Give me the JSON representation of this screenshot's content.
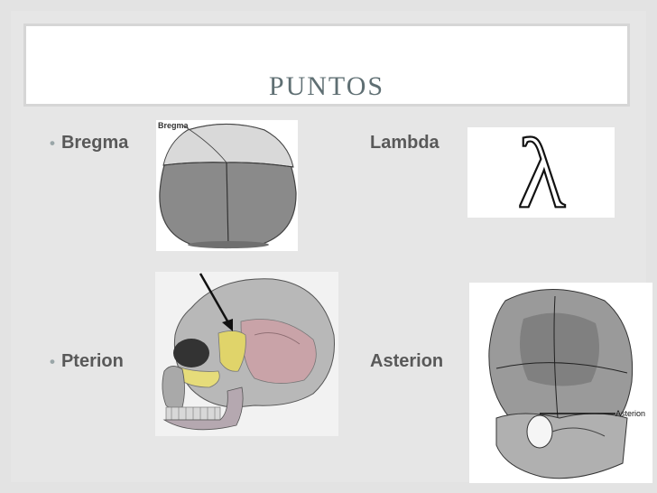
{
  "slide": {
    "title": "PUNTOS",
    "items": [
      {
        "label": "Bregma",
        "bullet": "•",
        "image_caption": "Bregma"
      },
      {
        "label": "Lambda",
        "bullet": "",
        "image_symbol": "λ"
      },
      {
        "label": "Pterion",
        "bullet": "•"
      },
      {
        "label": "Asterion",
        "bullet": "",
        "image_caption": "Asterion"
      }
    ]
  },
  "colors": {
    "background": "#e3e3e3",
    "title": "#5f6f73",
    "text": "#595959",
    "bullet": "#9aa6a8"
  }
}
